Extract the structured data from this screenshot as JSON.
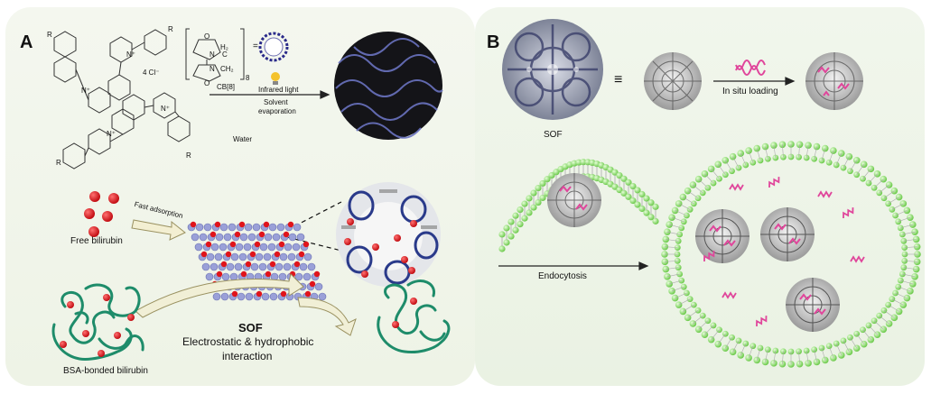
{
  "panel_a": {
    "label": "A",
    "counterion": "4 Cl⁻",
    "host": "CB[8]",
    "host_subscript": "8",
    "host_group_h2": "H₂",
    "host_group_c": "C",
    "host_group_ch2": "CH₂",
    "host_n1": "N",
    "host_n2": "N",
    "host_o1": "O",
    "host_o2": "O",
    "equals": "=",
    "condition_1": "Infrared light",
    "condition_2": "Solvent",
    "condition_3": "evaporation",
    "solvent": "Water",
    "r_group": "R",
    "n_plus": "N⁺",
    "free_bilirubin": "Free bilirubin",
    "fast_adsorption": "Fast adsorption",
    "bsa_label": "BSA-bonded bilirubin",
    "sof_label": "SOF",
    "interaction_1": "Electrostatic & hydrophobic",
    "interaction_2": "interaction"
  },
  "panel_b": {
    "label": "B",
    "sof_label": "SOF",
    "equiv": "≡",
    "loading": "In situ loading",
    "endocytosis": "Endocytosis"
  },
  "colors": {
    "lipid": "#8fdc6a",
    "bilirubin": "#e0141b",
    "protein": "#1e8c6a",
    "cargo": "#e0469b",
    "lattice": "#9aa0d8"
  }
}
